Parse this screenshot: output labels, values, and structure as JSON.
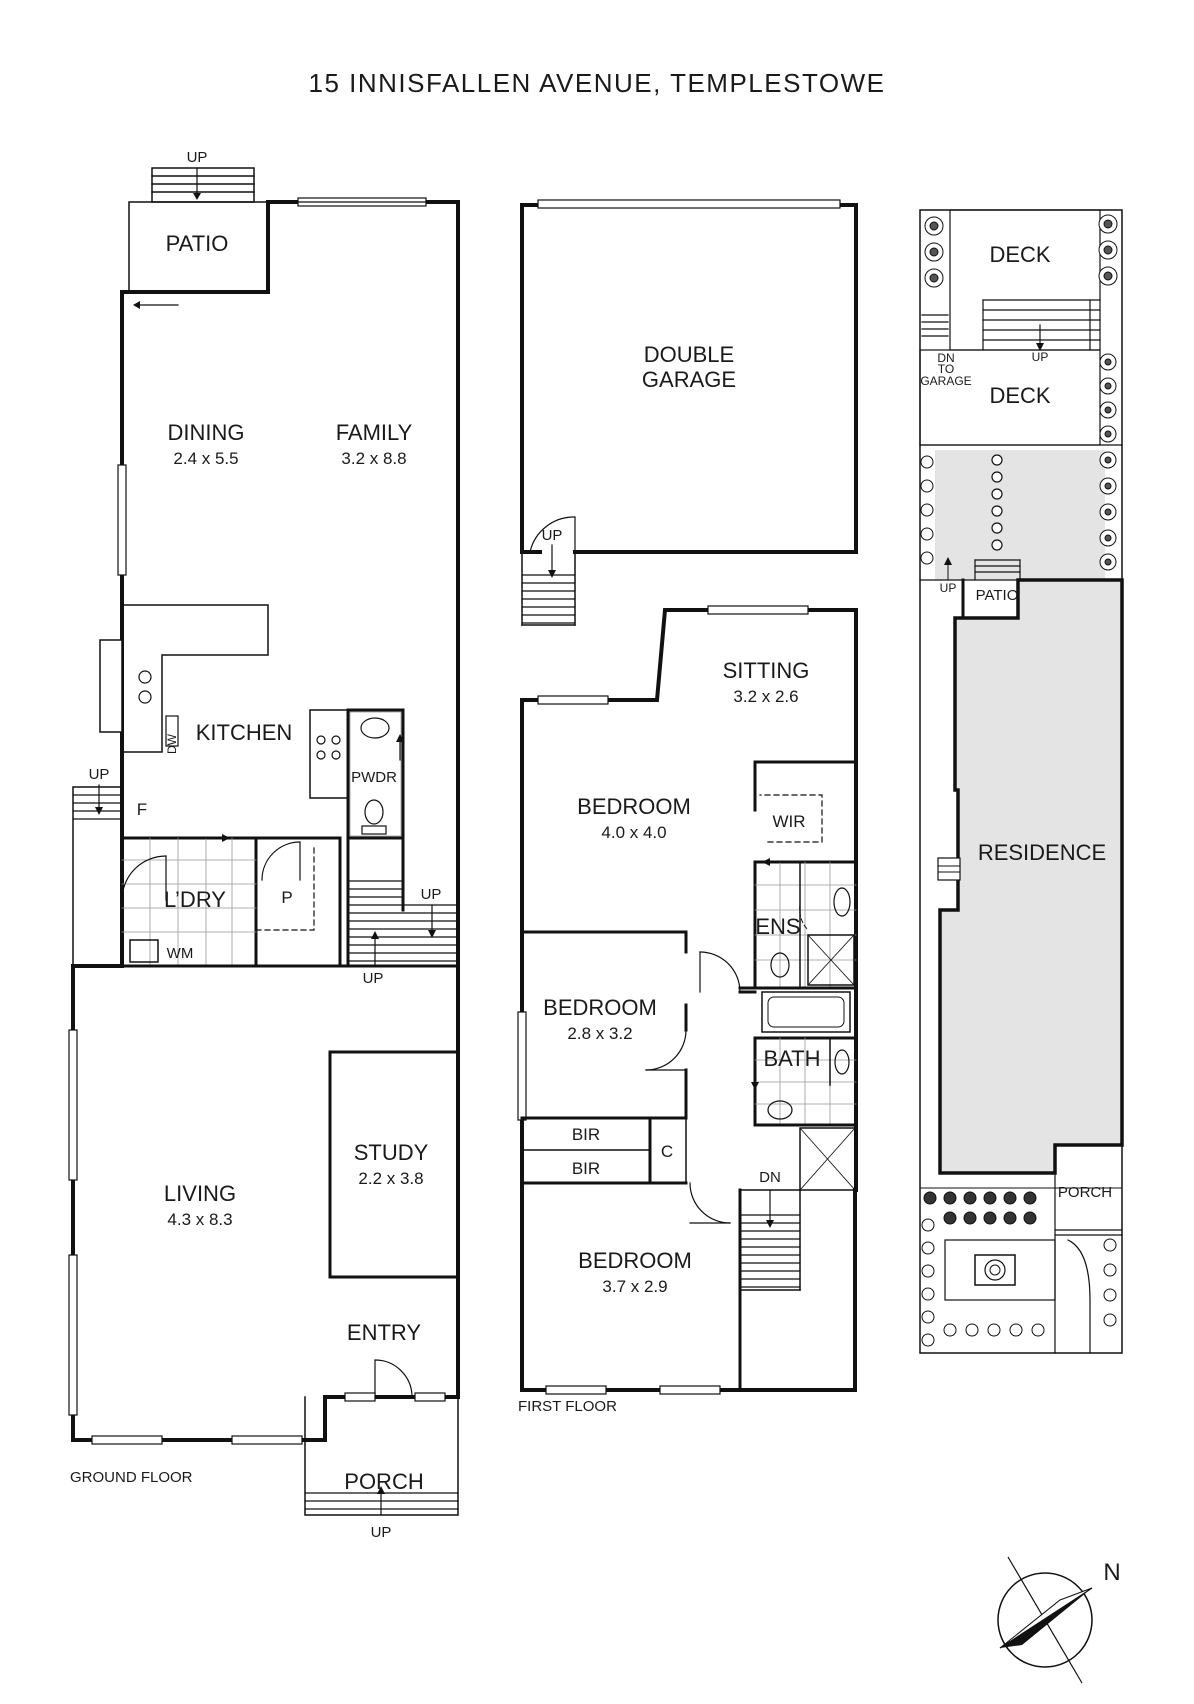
{
  "title": "15 INNISFALLEN AVENUE, TEMPLESTOWE",
  "compass": {
    "label": "N"
  },
  "ground_floor": {
    "label": "GROUND FLOOR",
    "rooms": {
      "patio": {
        "name": "PATIO"
      },
      "dining": {
        "name": "DINING",
        "size": "2.4 x 5.5"
      },
      "family": {
        "name": "FAMILY",
        "size": "3.2 x 8.8"
      },
      "kitchen": {
        "name": "KITCHEN"
      },
      "dw": "DW",
      "pwdr": "PWDR",
      "fridge": "F",
      "laundry": {
        "name": "L’DRY"
      },
      "wm": "WM",
      "pantry": "P",
      "living": {
        "name": "LIVING",
        "size": "4.3 x 8.3"
      },
      "study": {
        "name": "STUDY",
        "size": "2.2 x 3.8"
      },
      "entry": {
        "name": "ENTRY"
      },
      "porch": {
        "name": "PORCH"
      }
    },
    "stairs": {
      "up_patio": "UP",
      "up_side": "UP",
      "up_main_top": "UP",
      "up_main_bottom": "UP",
      "up_porch": "UP"
    }
  },
  "first_floor": {
    "label": "FIRST FLOOR",
    "rooms": {
      "garage": {
        "name_line1": "DOUBLE",
        "name_line2": "GARAGE"
      },
      "sitting": {
        "name": "SITTING",
        "size": "3.2 x 2.6"
      },
      "bedroom1": {
        "name": "BEDROOM",
        "size": "4.0 x 4.0"
      },
      "wir": "WIR",
      "ens": "ENS",
      "bedroom2": {
        "name": "BEDROOM",
        "size": "2.8 x 3.2"
      },
      "bath": "BATH",
      "bir1": "BIR",
      "bir2": "BIR",
      "cupboard": "C",
      "bedroom3": {
        "name": "BEDROOM",
        "size": "3.7 x 2.9"
      }
    },
    "stairs": {
      "up_garage": "UP",
      "dn": "DN"
    }
  },
  "site_plan": {
    "deck_top": "DECK",
    "deck_up": "UP",
    "dn_to_garage_1": "DN",
    "dn_to_garage_2": "TO",
    "dn_to_garage_3": "GARAGE",
    "deck_lower": "DECK",
    "patio_up": "UP",
    "patio": "PATIO",
    "residence": "RESIDENCE",
    "porch": "PORCH"
  }
}
